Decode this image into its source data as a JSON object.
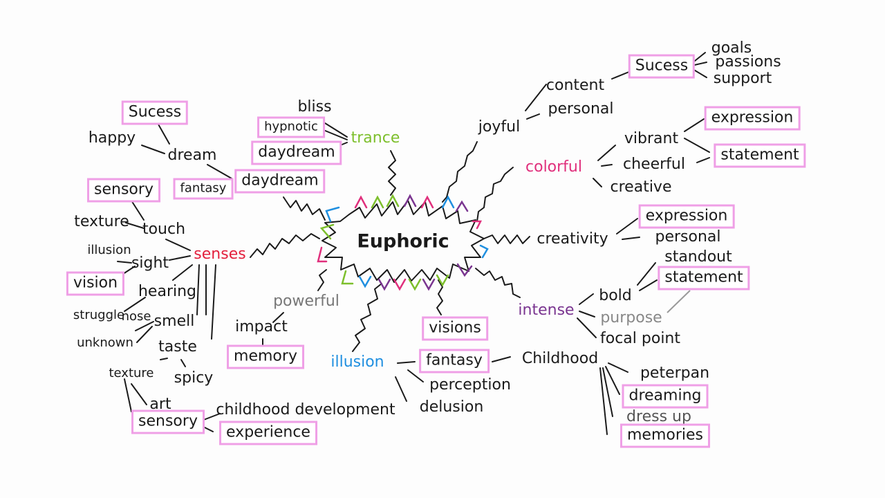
{
  "center": "Euphoric",
  "colors": {
    "ink": "#1a1a1a",
    "box": "#ef9fe6",
    "green": "#7dbf2c",
    "pink": "#e02f7c",
    "red": "#e3203d",
    "blue": "#1f8fe0",
    "purple": "#7a3590",
    "gray": "#9a9a9a"
  },
  "nodes": {
    "sucess_left": "Sucess",
    "happy": "happy",
    "dream": "dream",
    "daydream_main": "daydream",
    "fantasy_left": "fantasy",
    "sensory_top": "sensory",
    "texture_top": "texture",
    "touch": "touch",
    "illusion_small": "illusion",
    "sight": "sight",
    "senses": "senses",
    "vision": "vision",
    "hearing": "hearing",
    "struggle": "struggle",
    "nose": "nose",
    "smell": "smell",
    "unknown": "unknown",
    "taste": "taste",
    "texture_bottom": "texture",
    "spicy": "spicy",
    "art": "art",
    "sensory_bottom": "sensory",
    "childhood_development": "childhood development",
    "experience_bottom": "experience",
    "bliss": "bliss",
    "hypnotic": "hypnotic",
    "daydream_trance": "daydream",
    "trance": "trance",
    "powerful": "powerful",
    "impact": "impact",
    "memory": "memory",
    "visions": "visions",
    "illusion": "illusion",
    "fantasy_bottom": "fantasy",
    "perception": "perception",
    "delusion": "delusion",
    "childhood": "Childhood",
    "peterpan": "peterpan",
    "dreaming": "dreaming",
    "dressup": "dress up",
    "memories": "memories",
    "joyful": "joyful",
    "content": "content",
    "personal_joy": "personal",
    "sucess_right": "Sucess",
    "goals": "goals",
    "passions": "passions",
    "support": "support",
    "colorful": "colorful",
    "vibrant": "vibrant",
    "cheerful": "cheerful",
    "creative": "creative",
    "expression_top": "expression",
    "statement_top": "statement",
    "creativity": "creativity",
    "expression_mid": "expression",
    "personal_mid": "personal",
    "intense": "intense",
    "standout": "standout",
    "bold": "bold",
    "statement_mid": "statement",
    "purpose": "purpose",
    "focal_point": "focal point"
  }
}
